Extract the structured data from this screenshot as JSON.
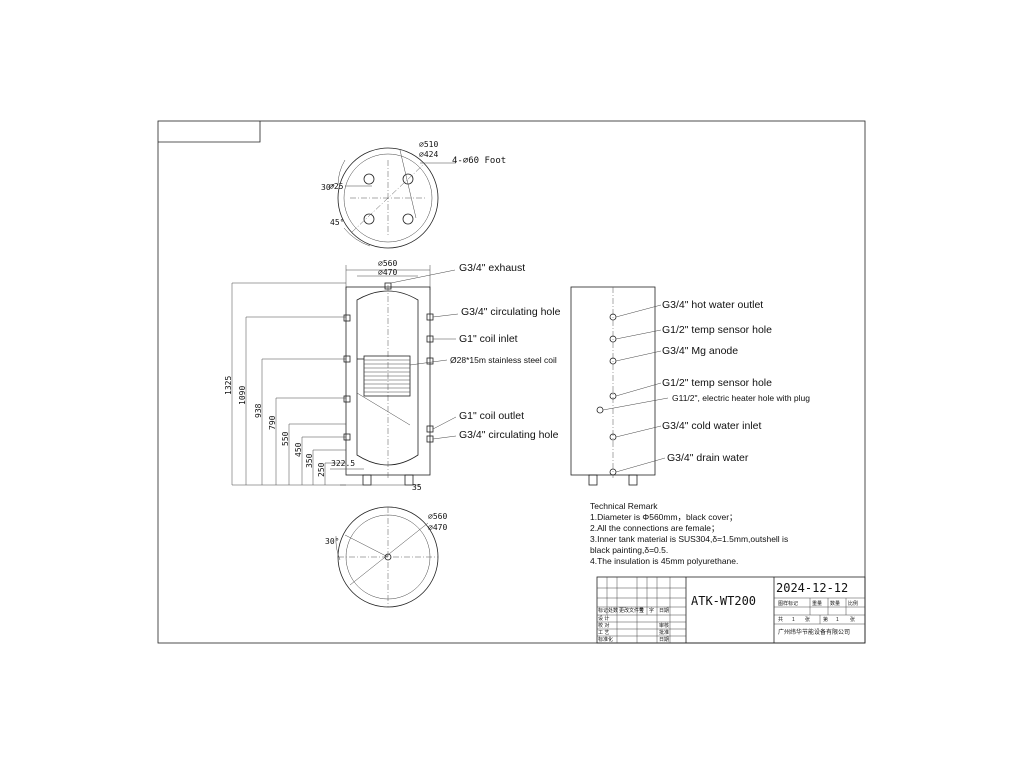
{
  "top_view": {
    "dia_outer": "⌀510",
    "dia_inner": "⌀424",
    "foot": "4-⌀60 Foot",
    "angle_30": "30°",
    "small_dia": "⌀25",
    "angle_45": "45°"
  },
  "front_view": {
    "dia_560": "⌀560",
    "dia_470": "⌀470",
    "h_1325": "1325",
    "h_1090": "1090",
    "h_938": "938",
    "h_790": "790",
    "h_550": "550",
    "h_450": "450",
    "h_350": "350",
    "h_250": "250",
    "w_322": "322.5",
    "w_35": "35",
    "labels": [
      "G3/4\" exhaust",
      "G3/4\" circulating hole",
      "G1\" coil inlet",
      "Ø28*15m stainless steel coil",
      "G1\" coil outlet",
      "G3/4\" circulating hole"
    ]
  },
  "side_view": {
    "labels": [
      "G3/4\" hot water outlet",
      "G1/2\" temp sensor hole",
      "G3/4\"  Mg anode",
      "G1/2\" temp sensor hole",
      "G11/2\", electric heater hole with plug",
      "G3/4\" cold water inlet",
      "G3/4\" drain water"
    ]
  },
  "bottom_view": {
    "dia_560": "⌀560",
    "dia_470": "⌀470",
    "angle_30": "30°"
  },
  "remark": {
    "title": "Technical Remark",
    "lines": [
      "1.Diameter is Φ560mm，black cover；",
      "2.All the connections are female；",
      "3.Inner tank material is SUS304,δ=1.5mm,outshell is",
      "black painting,δ=0.5.",
      "4.The insulation is 45mm polyurethane."
    ]
  },
  "title_block": {
    "model": "ATK-WT200",
    "date": "2024-12-12",
    "header_cells": [
      "图样标记",
      "重量",
      "数量",
      "比例"
    ],
    "sheet_cells": [
      "共",
      "1",
      "张",
      "第",
      "1",
      "张"
    ],
    "company": "广州纬华节能设备有限公司",
    "rev_header": [
      "标记",
      "处数",
      "更改文件号",
      "签",
      "字",
      "日期"
    ],
    "left_roles": [
      "设  计",
      "校  对",
      "工  艺",
      "标准化"
    ],
    "right_roles": [
      "审核",
      "批准",
      "日期"
    ]
  }
}
